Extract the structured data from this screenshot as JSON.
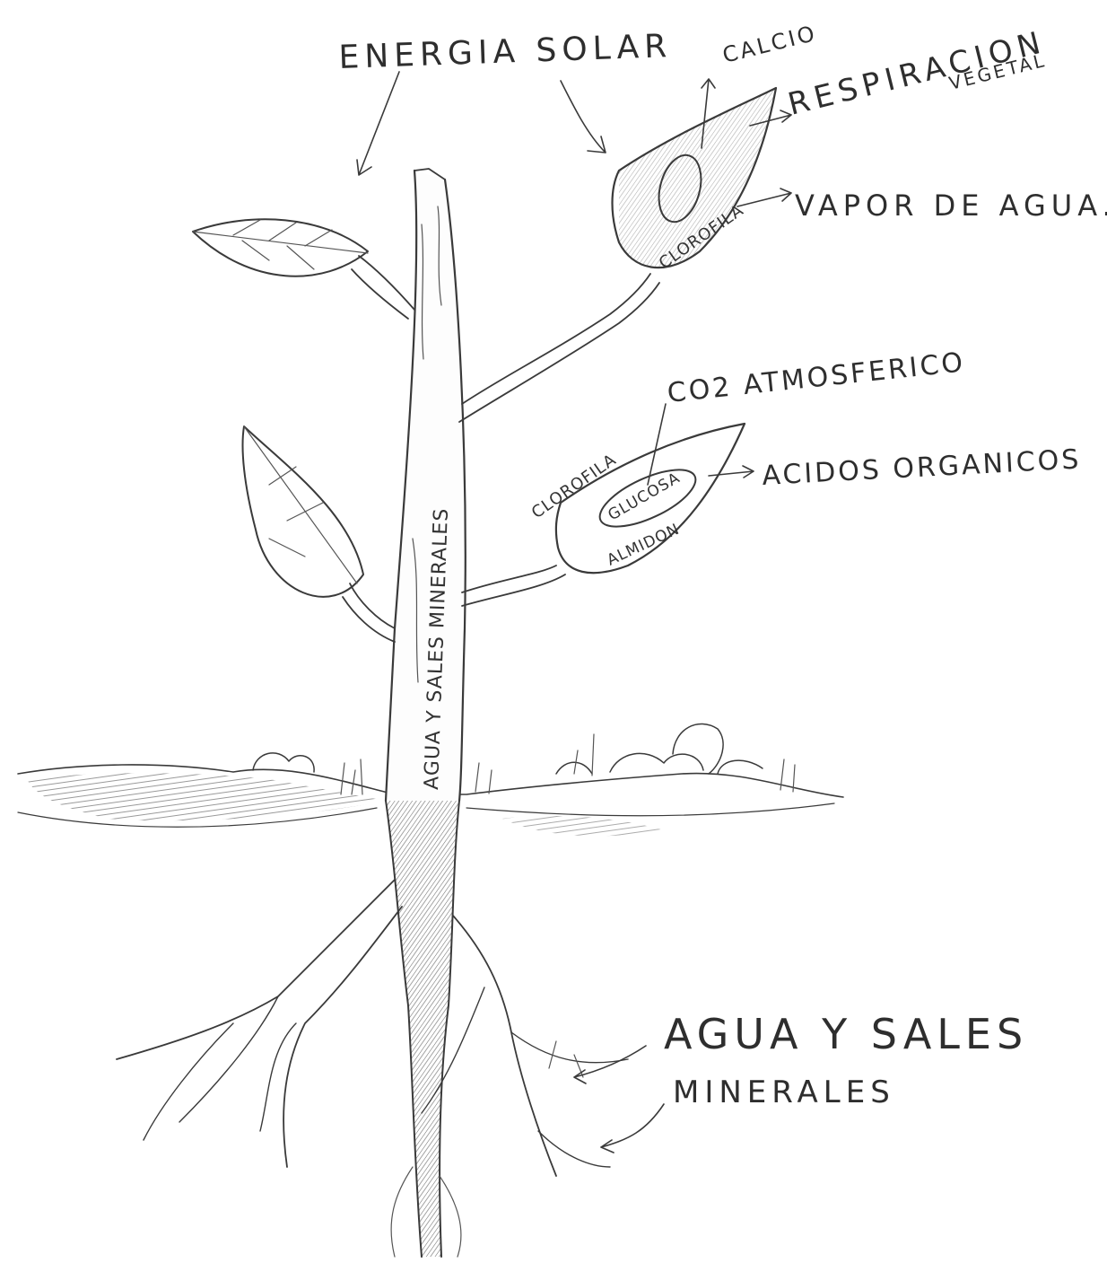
{
  "labels": {
    "energia_solar": "ENERGIA SOLAR",
    "calcio": "CALCIO",
    "respiracion": "RESPIRACION",
    "vegetal": "VEGETAL",
    "vapor_de_agua": "VAPOR DE AGUA.",
    "clorofila_top": "CLOROFILA",
    "co2_atmosferico": "CO2 ATMOSFERICO",
    "clorofila_mid": "CLOROFILA",
    "glucosa": "GLUCOSA",
    "almidon": "ALMIDON",
    "acidos_organicos": "ACIDOS ORGANICOS",
    "trunk_text": "AGUA Y SALES MINERALES",
    "agua_y_sales": "AGUA Y SALES",
    "minerales": "MINERALES"
  },
  "colors": {
    "ink": "#3a3a3a",
    "paper": "#ffffff"
  }
}
